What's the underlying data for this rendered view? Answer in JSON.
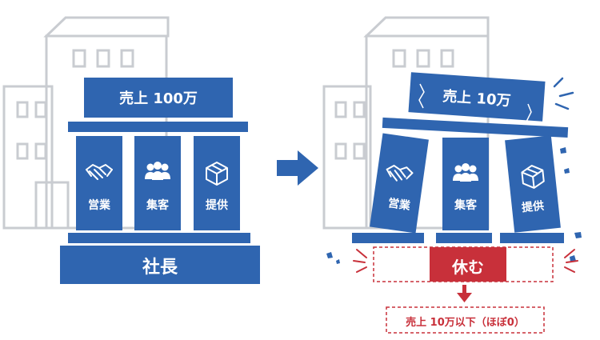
{
  "left": {
    "roof_label": "売上 100万",
    "columns": [
      {
        "label": "営業",
        "icon": "handshake-icon"
      },
      {
        "label": "集客",
        "icon": "people-icon"
      },
      {
        "label": "提供",
        "icon": "box-icon"
      }
    ],
    "base_label": "社長"
  },
  "right": {
    "roof_label": "売上 10万",
    "columns": [
      {
        "label": "営業",
        "icon": "handshake-icon"
      },
      {
        "label": "集客",
        "icon": "people-icon"
      },
      {
        "label": "提供",
        "icon": "box-icon"
      }
    ],
    "base_label": "休む",
    "result_label": "売上 10万以下（ほぼ0）"
  },
  "colors": {
    "pillar_blue": "#2f65b0",
    "alert_red": "#c8303a",
    "building_outline": "#c9ccd1"
  }
}
